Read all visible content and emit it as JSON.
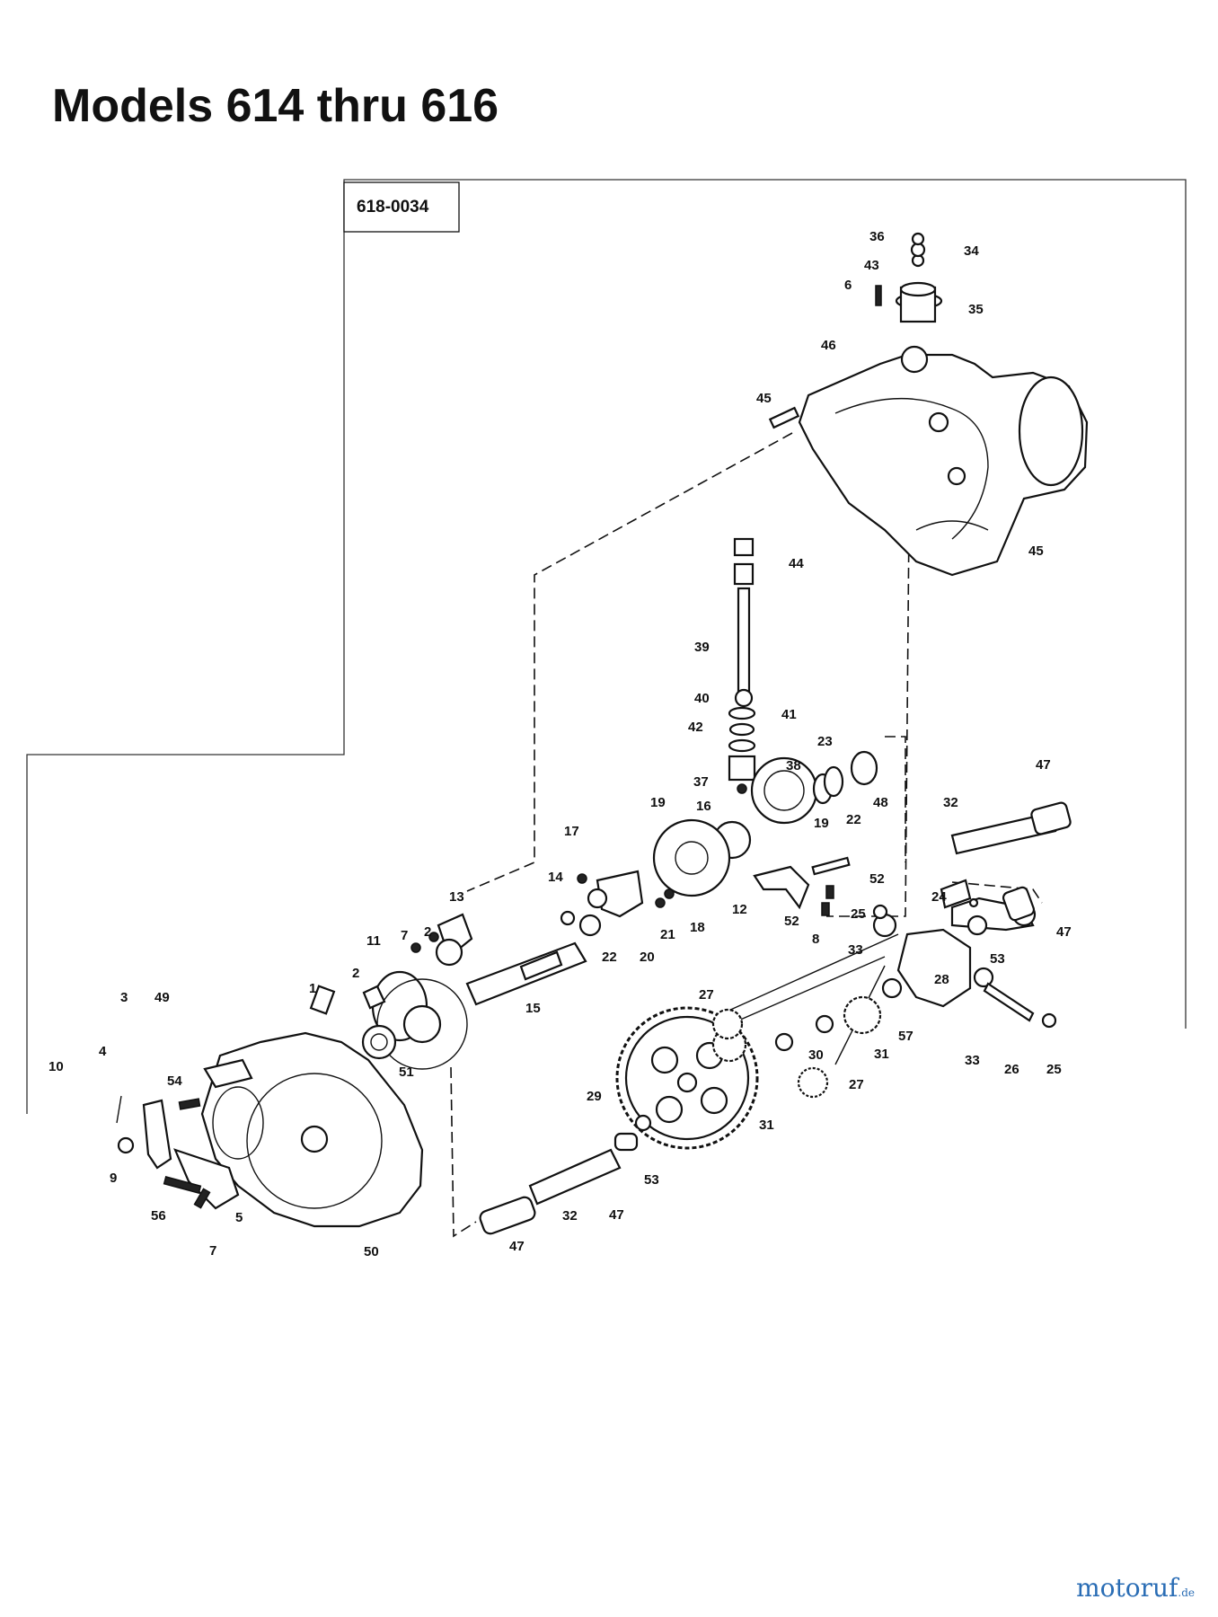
{
  "title": "Models 614 thru 616",
  "ref_number": "618-0034",
  "callouts": [
    "1",
    "2",
    "2",
    "3",
    "4",
    "5",
    "6",
    "7",
    "7",
    "8",
    "9",
    "10",
    "11",
    "12",
    "13",
    "14",
    "15",
    "16",
    "17",
    "18",
    "19",
    "19",
    "20",
    "21",
    "22",
    "22",
    "23",
    "24",
    "25",
    "25",
    "26",
    "27",
    "27",
    "28",
    "29",
    "30",
    "31",
    "31",
    "32",
    "32",
    "33",
    "33",
    "34",
    "35",
    "36",
    "37",
    "38",
    "39",
    "40",
    "41",
    "42",
    "43",
    "44",
    "45",
    "45",
    "46",
    "47",
    "47",
    "47",
    "47",
    "48",
    "49",
    "50",
    "51",
    "52",
    "52",
    "53",
    "53",
    "54",
    "56",
    "57"
  ],
  "watermark": {
    "brand": "motoruf",
    "suffix": ".de"
  }
}
